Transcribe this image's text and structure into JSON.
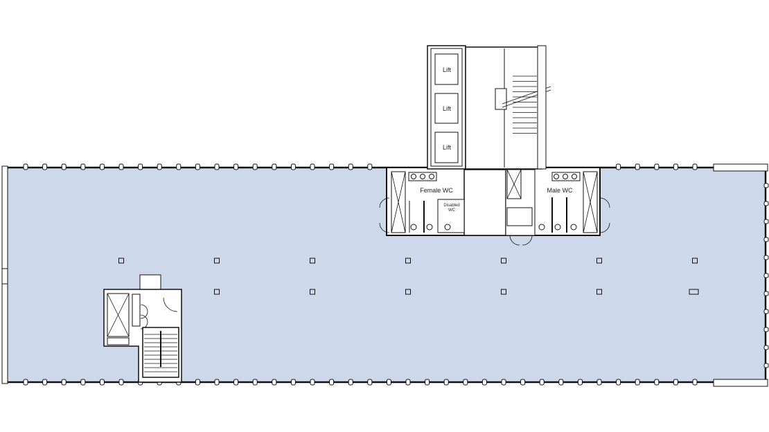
{
  "colors": {
    "floor": "#cdd9ea",
    "wall": "#111111",
    "white": "#ffffff"
  },
  "labels": {
    "lift_1": "Lift",
    "lift_2": "Lift",
    "lift_3": "Lift",
    "female_wc": "Female WC",
    "male_wc": "Male WC",
    "disabled_wc_line1": "Disabled",
    "disabled_wc_line2": "WC"
  }
}
